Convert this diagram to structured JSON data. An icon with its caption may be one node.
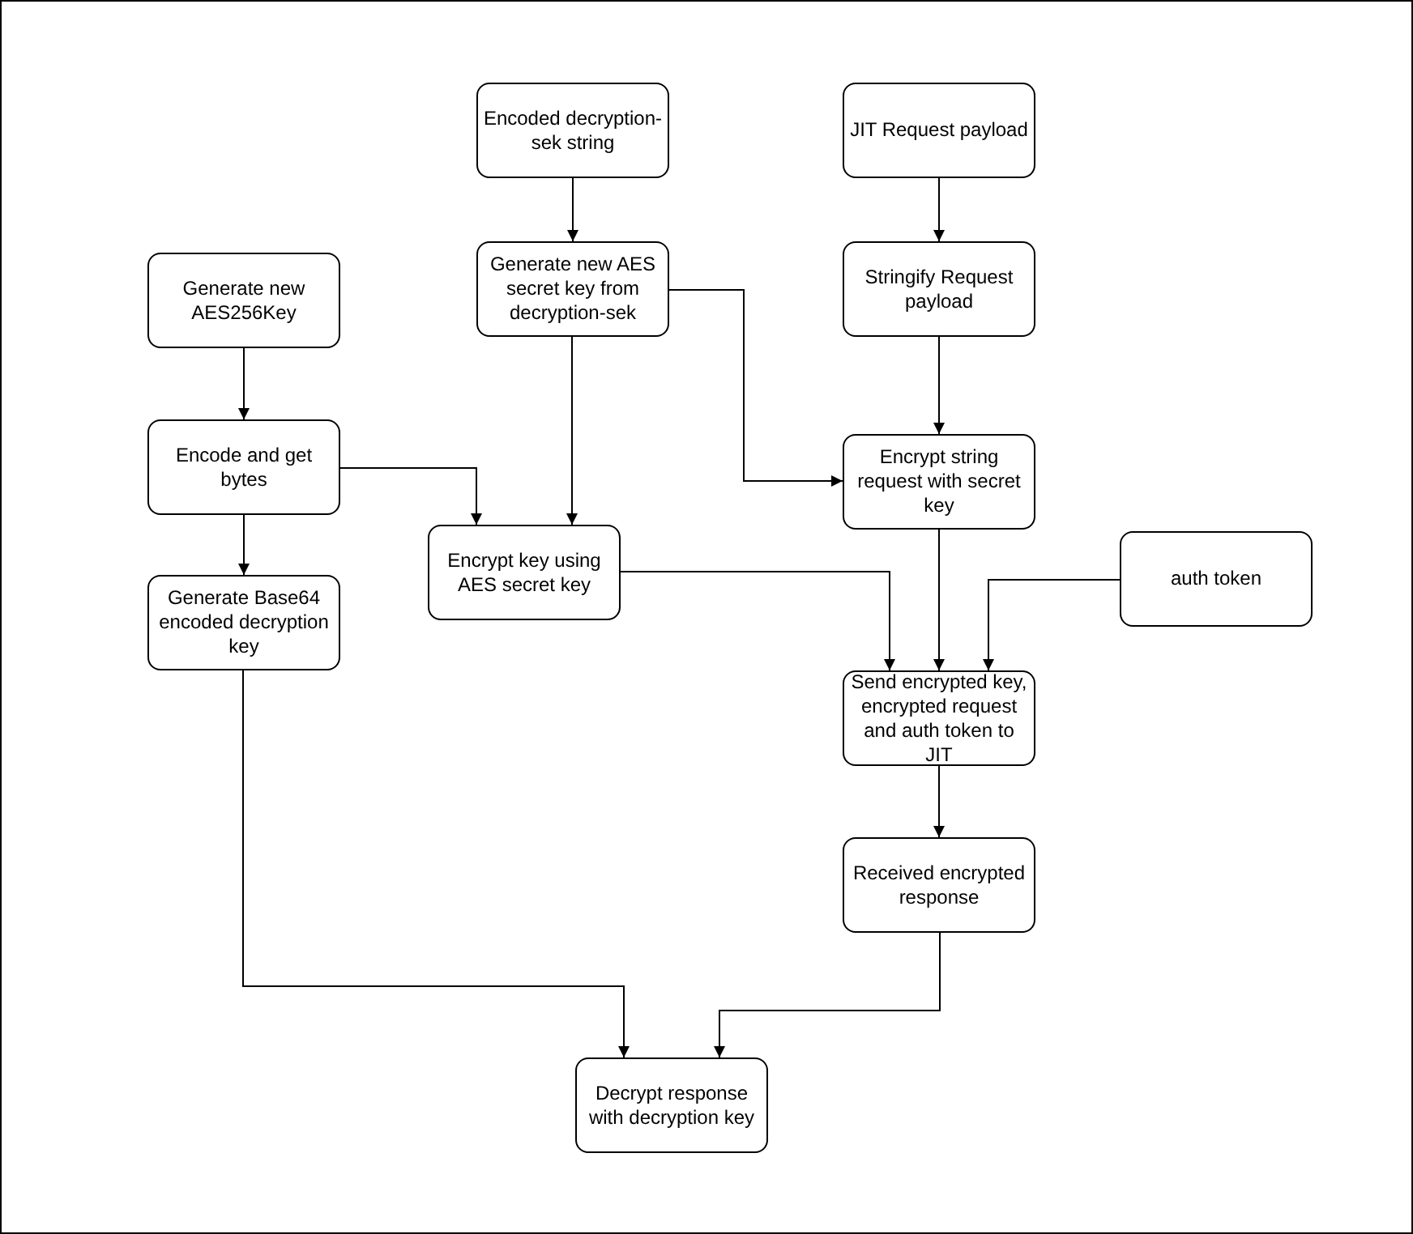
{
  "diagram": {
    "nodes": [
      {
        "text": [
          "Encoded decryption-sek string"
        ]
      },
      {
        "text": [
          "JIT Request payload"
        ]
      },
      {
        "text": [
          "Generate new AES256Key"
        ]
      },
      {
        "text": [
          "Generate new AES secret key from decryption-sek"
        ]
      },
      {
        "text": [
          "Stringify Request payload"
        ]
      },
      {
        "text": [
          "Encode and get bytes"
        ]
      },
      {
        "text": [
          "Encrypt string request with secret key"
        ]
      },
      {
        "text": [
          "Encrypt key using AES secret key"
        ]
      },
      {
        "text": [
          "Generate Base64 encoded decryption key"
        ]
      },
      {
        "text": [
          "auth token"
        ]
      },
      {
        "text": [
          "Send encrypted key, encrypted request and auth token to JIT"
        ]
      },
      {
        "text": [
          "Received encrypted response"
        ]
      },
      {
        "text": [
          "Decrypt response with decryption key"
        ]
      }
    ],
    "edges": [
      {
        "from": 0,
        "to": 3,
        "arrow": "to"
      },
      {
        "from": 1,
        "to": 4,
        "arrow": "to"
      },
      {
        "from": 2,
        "to": 5,
        "arrow": "to"
      },
      {
        "from": 5,
        "to": 8,
        "arrow": "to"
      },
      {
        "from": 5,
        "to": 7,
        "arrow": "to"
      },
      {
        "from": 3,
        "to": 7,
        "arrow": "to"
      },
      {
        "from": 3,
        "to": 6,
        "arrow": "to"
      },
      {
        "from": 4,
        "to": 6,
        "arrow": "to"
      },
      {
        "from": 7,
        "to": 10,
        "arrow": "to"
      },
      {
        "from": 6,
        "to": 10,
        "arrow": "to"
      },
      {
        "from": 9,
        "to": 10,
        "arrow": "to"
      },
      {
        "from": 10,
        "to": 11,
        "arrow": "to"
      },
      {
        "from": 8,
        "to": 12,
        "arrow": "to"
      },
      {
        "from": 11,
        "to": 12,
        "arrow": "to"
      }
    ]
  }
}
